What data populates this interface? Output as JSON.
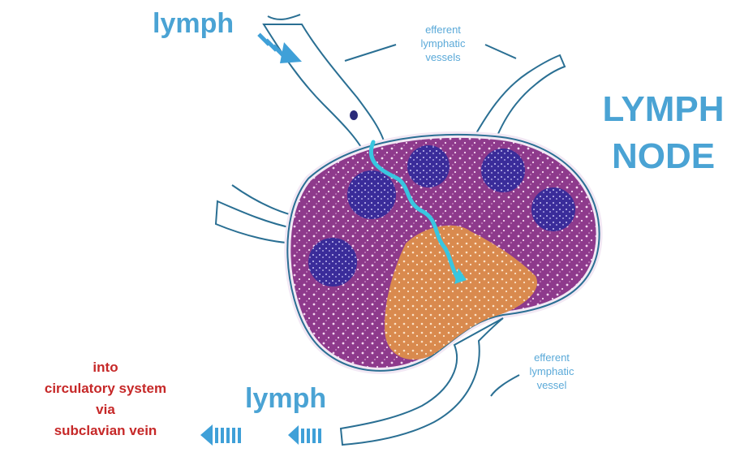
{
  "labels": {
    "lymph_top": "lymph",
    "lymph_bottom": "lymph",
    "title": [
      "LYMPH",
      "NODE"
    ],
    "efferent_top": [
      "efferent",
      "lymphatic",
      "vessels"
    ],
    "efferent_bottom": [
      "efferent",
      "lymphatic",
      "vessel"
    ],
    "into_circulation": [
      "into",
      "circulatory system",
      "via",
      "subclavian vein"
    ]
  },
  "icons": {
    "arrow_top": "striped-arrow-down-right",
    "arrow_bottom_1": "striped-arrow-left",
    "arrow_bottom_2": "striped-arrow-left"
  },
  "colors": {
    "label_blue": "#4aa3d4",
    "vessel_outline": "#2a6f93",
    "node_purple": "#8e3a8c",
    "medulla_orange": "#d98a4e",
    "follicle_blue": "#3a2c9a",
    "thread_cyan": "#38c6e0",
    "red_text": "#c62828"
  }
}
